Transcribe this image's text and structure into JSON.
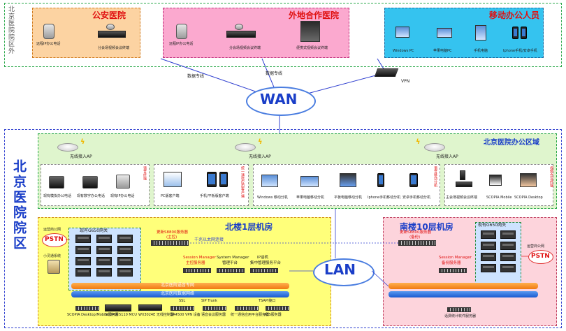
{
  "outside": {
    "label": "北京医院院区外",
    "gongan": {
      "title": "公安医院",
      "devices": [
        "远程IP办公电话",
        "分会场视频会议终端"
      ]
    },
    "waidi": {
      "title": "外地合作医院",
      "devices": [
        "远程IP办公电话",
        "分会场视频会议终端",
        "便携式视频会议终端"
      ]
    },
    "mobile": {
      "title": "移动办公人员",
      "devices": [
        "Windows PC",
        "苹果电脑PC",
        "手机电脑",
        "Iphone手机/安卓手机"
      ]
    }
  },
  "wan": {
    "label": "WAN",
    "link1": "数据专线",
    "link2": "数据专线",
    "vpn": "VPN"
  },
  "inside": {
    "label": "北京医院院区",
    "office": {
      "title": "北京医院办公区域",
      "ap_label": "无线接入AP",
      "groups": [
        {
          "side_label": "语音终端",
          "devices": [
            "现有模拟办公电话",
            "现有数字办公电话",
            "现有IP办公电话"
          ]
        },
        {
          "side_label": "统一通信应用客户端",
          "devices": [
            "PC版客户端",
            "手机/平板版客户端"
          ]
        },
        {
          "side_label": "语音移动分机",
          "devices": [
            "Windows 移动分机",
            "苹果电脑移动分机",
            "平板电脑移动分机",
            "Iphone手机移动分机",
            "安卓手机移动分机"
          ]
        },
        {
          "side_label": "视频会议终端",
          "devices": [
            "主会场视频会议终端",
            "SCOPIA Mobile",
            "SCOPIA Desktop"
          ]
        }
      ]
    },
    "north": {
      "title": "北楼1层机房",
      "pstn": "PSTN",
      "pstn_note": "运营商公网",
      "gateway": "现有G650网关",
      "switch_label": "小灵通系统",
      "s8800": "更新S8800服务器",
      "s8800_sub": "(主控)",
      "link_note": "千兆以太网连接",
      "servers": [
        {
          "name": "Session Manager",
          "sub": "主控服务器"
        },
        {
          "name": "System Manager",
          "sub": "管理平台"
        },
        {
          "name": "IP话机",
          "sub": "集中管理服务平台"
        }
      ],
      "bus1": "北京医院语音专网",
      "bus2": "北京医院数据网络",
      "bottom_devices": [
        "SCOPIA Desktop/Mobile服务器",
        "SCOPIA 5110 MCU",
        "WX3024E 无线控制器",
        "SA4500 VPN 设备",
        "语音会议服务器",
        "统一通信应用平台服务器",
        "AES服务器"
      ],
      "tags": {
        "ssl": "SSL",
        "sip": "SIP Trunk",
        "tsapi": "TSAPI接口"
      }
    },
    "south": {
      "title": "南楼10层机房",
      "pstn": "PSTN",
      "pstn_note": "运营商公网",
      "gateway": "现有G650网关",
      "s8800": "更新S8800服务器",
      "s8800_sub": "(备份)",
      "server": {
        "name": "Session Manager",
        "sub": "备份服务器"
      },
      "bottom_device": "话费统计软件服务器"
    },
    "lan": "LAN"
  }
}
